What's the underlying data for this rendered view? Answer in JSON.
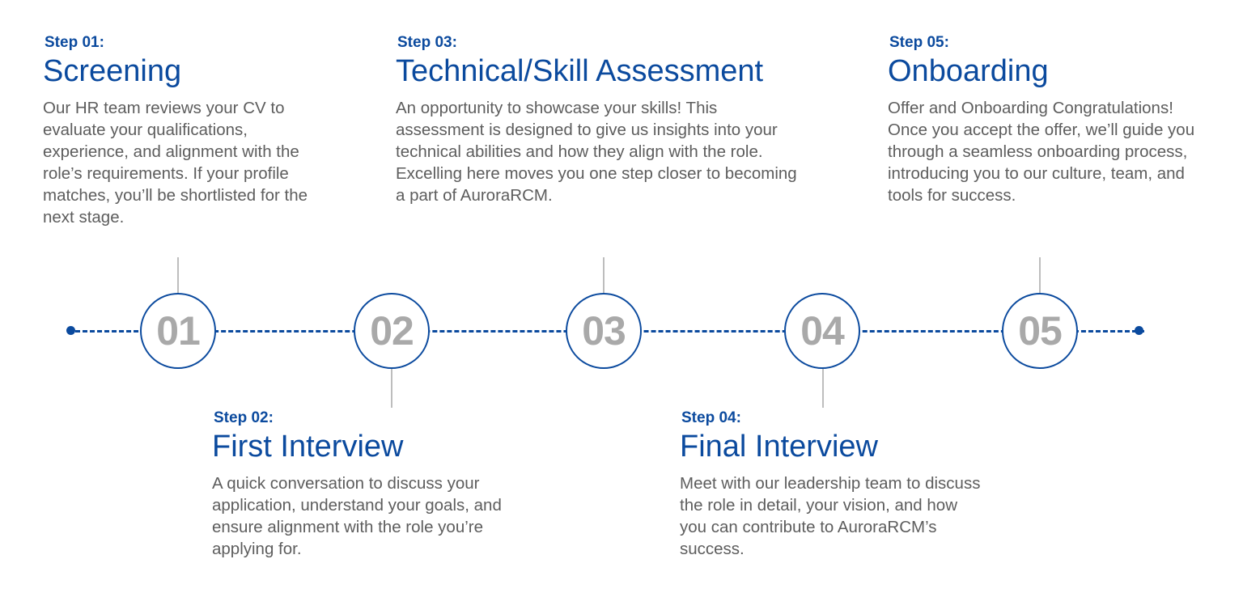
{
  "steps": [
    {
      "label": "Step 01:",
      "title": "Screening",
      "number": "01",
      "desc": "Our HR team reviews your CV to evaluate your qualifications, experience, and alignment with the role’s requirements. If your profile matches, you’ll be shortlisted for the next stage."
    },
    {
      "label": "Step 02:",
      "title": "First Interview",
      "number": "02",
      "desc": "A quick conversation to discuss your application, understand your goals, and ensure alignment with the role you’re applying for."
    },
    {
      "label": "Step 03:",
      "title": "Technical/Skill Assessment",
      "number": "03",
      "desc": "An opportunity to showcase your skills! This assessment is designed to give us insights into your technical abilities and how they align with the role. Excelling here moves you one step closer to becoming a part of AuroraRCM."
    },
    {
      "label": "Step 04:",
      "title": "Final Interview",
      "number": "04",
      "desc": "Meet with our leadership team to discuss the role in detail, your vision, and how you can contribute to AuroraRCM’s success."
    },
    {
      "label": "Step 05:",
      "title": "Onboarding",
      "number": "05",
      "desc": "Offer and Onboarding Congratulations! Once you accept the offer, we’ll guide you through a seamless onboarding process, introducing you to our culture, team, and tools for success."
    }
  ],
  "colors": {
    "accent": "#0b4a9e",
    "number": "#a9a9a9",
    "text": "#5d5d5d",
    "connector": "#bdbdbd"
  }
}
